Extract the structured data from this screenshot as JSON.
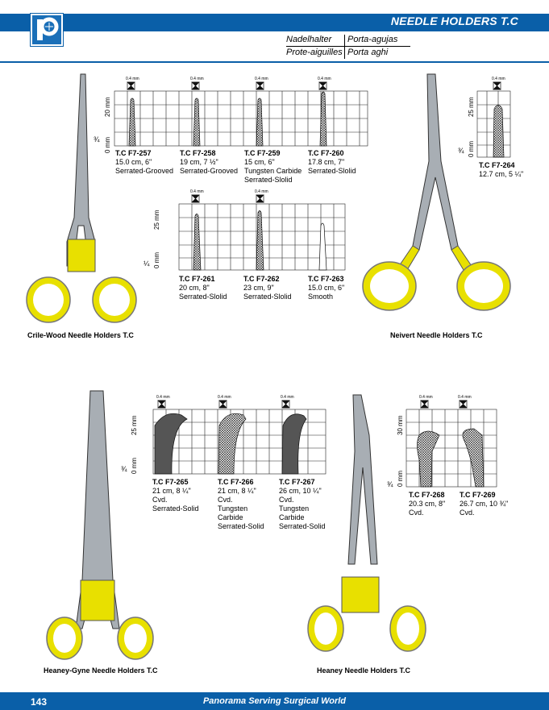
{
  "header": {
    "title": "NEEDLE HOLDERS T.C",
    "subtitles": [
      "Nadelhalter",
      "Porta-agujas",
      "Prote-aiguilles",
      "Porta aghi"
    ]
  },
  "footer": {
    "page_number": "143",
    "tagline": "Panorama Serving Surgical World"
  },
  "tip_size_label": "0.4 mm",
  "groups": [
    {
      "name": "Crile-Wood Needle Holders T.C",
      "ruler": {
        "top": "20",
        "bottom": "0",
        "unit": "mm",
        "fraction": "¾"
      },
      "items": [
        {
          "code": "T.C F7-257",
          "size": "15.0 cm, 6\"",
          "desc": [
            "Serrated-Grooved"
          ]
        },
        {
          "code": "T.C F7-258",
          "size": "19 cm, 7 ½\"",
          "desc": [
            "Serrated-Grooved"
          ]
        },
        {
          "code": "T.C F7-259",
          "size": "15 cm, 6\"",
          "desc": [
            "Tungsten Carbide",
            "Serrated-Slolid"
          ]
        },
        {
          "code": "T.C F7-260",
          "size": "17.8 cm, 7\"",
          "desc": [
            "Serrated-Slolid"
          ]
        }
      ]
    },
    {
      "name": "",
      "ruler": {
        "top": "25",
        "bottom": "0",
        "unit": "mm",
        "fraction": "¼"
      },
      "items": [
        {
          "code": "T.C F7-261",
          "size": "20 cm, 8\"",
          "desc": [
            "Serrated-Slolid"
          ]
        },
        {
          "code": "T.C F7-262",
          "size": "23 cm, 9\"",
          "desc": [
            "Serrated-Slolid"
          ]
        },
        {
          "code": "T.C F7-263",
          "size": "15.0 cm, 6\"",
          "desc": [
            "Smooth"
          ]
        }
      ]
    },
    {
      "name": "Neivert Needle Holders T.C",
      "ruler": {
        "top": "25",
        "bottom": "0",
        "unit": "mm",
        "fraction": "¾"
      },
      "items": [
        {
          "code": "T.C F7-264",
          "size": "12.7 cm, 5 ¼\"",
          "desc": []
        }
      ]
    },
    {
      "name": "Heaney-Gyne Needle Holders T.C",
      "ruler": {
        "top": "25",
        "bottom": "0",
        "unit": "mm",
        "fraction": "¾"
      },
      "items": [
        {
          "code": "T.C F7-265",
          "size": "21 cm, 8 ¼\"",
          "desc": [
            "Cvd.",
            "Serrated-Solid"
          ]
        },
        {
          "code": "T.C F7-266",
          "size": "21 cm, 8 ¼\"",
          "desc": [
            "Cvd.",
            "Tungsten",
            "Carbide",
            "Serrated-Solid"
          ]
        },
        {
          "code": "T.C F7-267",
          "size": "26 cm, 10 ¼\"",
          "desc": [
            "Cvd.",
            "Tungsten",
            "Carbide",
            "Serrated-Solid"
          ]
        }
      ]
    },
    {
      "name": "Heaney Needle Holders T.C",
      "ruler": {
        "top": "30",
        "bottom": "0",
        "unit": "mm",
        "fraction": "¾"
      },
      "items": [
        {
          "code": "T.C F7-268",
          "size": "20.3 cm, 8\"",
          "desc": [
            "Cvd."
          ]
        },
        {
          "code": "T.C F7-269",
          "size": "26.7 cm, 10 ¾\"",
          "desc": [
            "Cvd."
          ]
        }
      ]
    }
  ],
  "colors": {
    "brand_blue": "#0a5fa8",
    "handle_yellow": "#e8e000",
    "steel": "#9aa0a6"
  }
}
